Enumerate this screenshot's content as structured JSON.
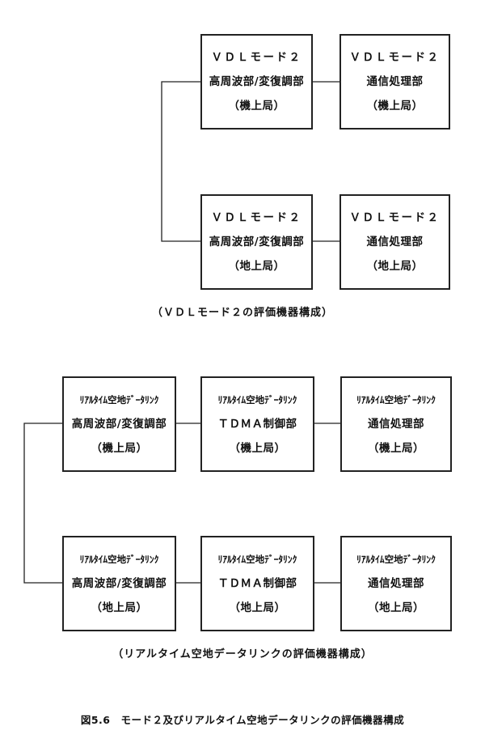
{
  "upper": {
    "airborne_rf": {
      "line1": "ＶＤＬモード２",
      "line2": "高周波部/変復調部",
      "line3": "（機上局）"
    },
    "airborne_comm": {
      "line1": "ＶＤＬモード２",
      "line2": "通信処理部",
      "line3": "（機上局）"
    },
    "ground_rf": {
      "line1": "ＶＤＬモード２",
      "line2": "高周波部/変復調部",
      "line3": "（地上局）"
    },
    "ground_comm": {
      "line1": "ＶＤＬモード２",
      "line2": "通信処理部",
      "line3": "（地上局）"
    },
    "caption": "（ＶＤＬモード２の評価機器構成）"
  },
  "lower": {
    "airborne_rf": {
      "line1": "ﾘｱﾙﾀｲﾑ空地ﾃﾞｰﾀﾘﾝｸ",
      "line2": "高周波部/変復調部",
      "line3": "（機上局）"
    },
    "airborne_tdma": {
      "line1": "ﾘｱﾙﾀｲﾑ空地ﾃﾞｰﾀﾘﾝｸ",
      "line2": "ＴＤＭＡ制御部",
      "line3": "（機上局）"
    },
    "airborne_comm": {
      "line1": "ﾘｱﾙﾀｲﾑ空地ﾃﾞｰﾀﾘﾝｸ",
      "line2": "通信処理部",
      "line3": "（機上局）"
    },
    "ground_rf": {
      "line1": "ﾘｱﾙﾀｲﾑ空地ﾃﾞｰﾀﾘﾝｸ",
      "line2": "高周波部/変復調部",
      "line3": "（地上局）"
    },
    "ground_tdma": {
      "line1": "ﾘｱﾙﾀｲﾑ空地ﾃﾞｰﾀﾘﾝｸ",
      "line2": "ＴＤＭＡ制御部",
      "line3": "（地上局）"
    },
    "ground_comm": {
      "line1": "ﾘｱﾙﾀｲﾑ空地ﾃﾞｰﾀﾘﾝｸ",
      "line2": "通信処理部",
      "line3": "（地上局）"
    },
    "caption": "（リアルタイム空地データリンクの評価機器構成）"
  },
  "figure_caption": "図5.6　モード２及びリアルタイム空地データリンクの評価機器構成"
}
